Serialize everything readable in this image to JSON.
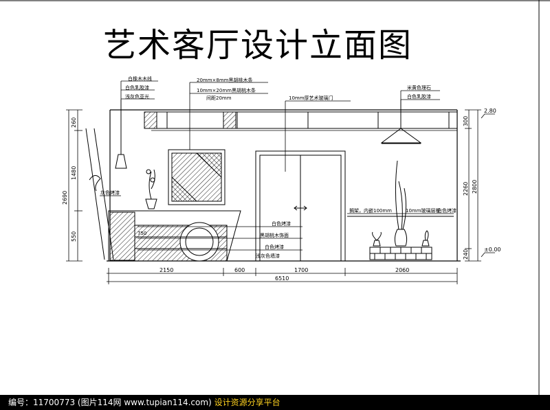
{
  "title": "艺术客厅设计立面图",
  "footer": {
    "id_label": "编号：",
    "id_value": "11700773",
    "source": "(图片114网 www.tupian114.com)",
    "slogan": "设计资源分享平台"
  },
  "labels": {
    "top_left": [
      "白橡木木线",
      "白色乳胶漆",
      "浅灰色亚光"
    ],
    "top_mid": [
      "20mm×8mm黑胡桃木条",
      "10mm×20mm黑胡桃木条",
      "间距20mm"
    ],
    "top_door": "10mm厚艺术玻璃门",
    "top_right": [
      "米黄色理石",
      "白色乳胶漆"
    ],
    "cabinet_notes": [
      "白色烤漆",
      "黑胡桃木饰面",
      "白色烤漆",
      "浅灰色墙漆"
    ],
    "shelf_note_left": "搁架，内嵌100mm",
    "shelf_note_right": "10mm玻璃层板",
    "shelf_note_far": "白色烤漆",
    "small_note": "灰色烤漆"
  },
  "dims": {
    "bottom": [
      "2150",
      "600",
      "1700",
      "2060"
    ],
    "total": "6510",
    "left": [
      "260",
      "1480",
      "550"
    ],
    "left_total": "2690",
    "right": [
      "300",
      "2260",
      "240"
    ],
    "right_total": "2800",
    "right_top": "2.80",
    "right_bottom": "±0.00",
    "door_code": "750"
  }
}
